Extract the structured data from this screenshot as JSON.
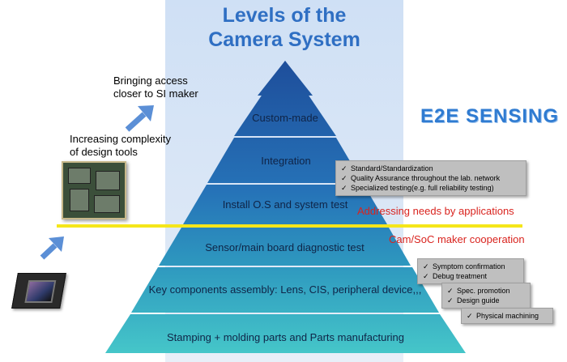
{
  "title_lines": [
    "Levels of the",
    "Camera System"
  ],
  "brand": "E2E SENSING",
  "colors": {
    "title": "#2f6fc3",
    "pyramid_top": "#1f4f9c",
    "pyramid_bottom": "#3fc0c7",
    "divider": "#f5e61a",
    "red_text": "#d9231e",
    "arrow": "#5b8fd6"
  },
  "levels": [
    {
      "label": "Custom-made"
    },
    {
      "label": "Integration"
    },
    {
      "label": "Install O.S and system test"
    },
    {
      "label": "Sensor/main board diagnostic test"
    },
    {
      "label": "Key components assembly: Lens, CIS, peripheral device,,,"
    },
    {
      "label": "Stamping + molding parts and Parts manufacturing"
    }
  ],
  "left_notes": {
    "bringing_access": "Bringing access closer to SI maker",
    "complexity": "Increasing complexity of design tools"
  },
  "right_notes": {
    "addressing": "Addressing needs by applications",
    "cooperation": "Cam/SoC maker cooperation"
  },
  "check_boxes": {
    "integration": [
      "Standard/Standardization",
      "Quality Assurance throughout the lab. network",
      "Specialized testing(e.g. full reliability testing)"
    ],
    "diagnostic": [
      "Symptom confirmation",
      "Debug treatment"
    ],
    "assembly": [
      "Spec. promotion",
      "Design guide"
    ],
    "stamping": [
      "Physical machining"
    ]
  },
  "check_mark": "✓"
}
